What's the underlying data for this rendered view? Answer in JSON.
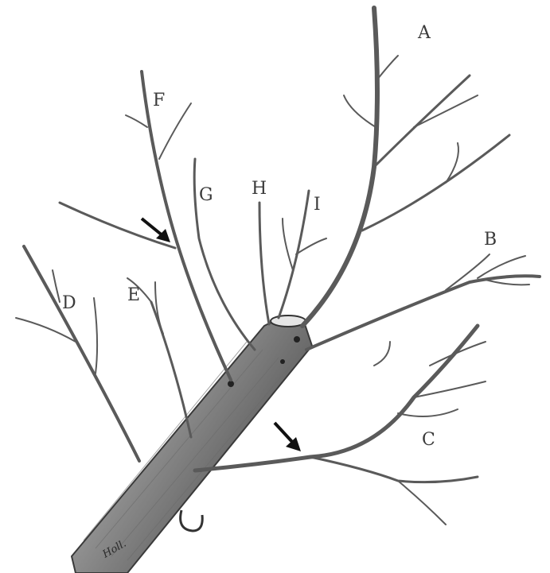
{
  "labels": {
    "A": "A",
    "B": "B",
    "C": "C",
    "D": "D",
    "E": "E",
    "F": "F",
    "G": "G",
    "H": "H",
    "I": "I"
  },
  "signature": "Holl."
}
